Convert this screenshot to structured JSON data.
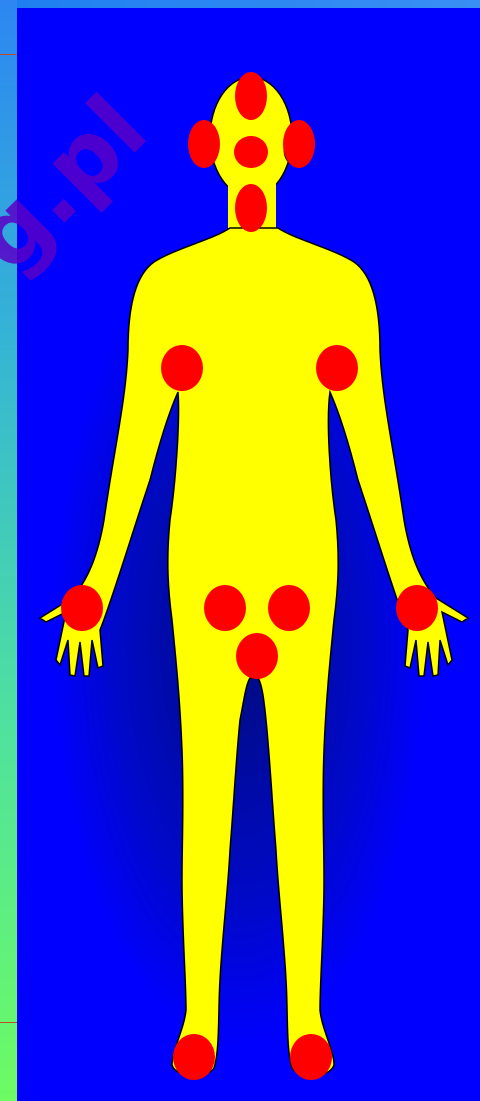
{
  "watermark": {
    "text": "g.pl"
  },
  "colors": {
    "background": "#0000ff",
    "body_fill": "#ffff00",
    "body_outline": "#000000",
    "marker_fill": "#ff0000",
    "watermark": "#5a00c8"
  },
  "markers": [
    {
      "id": "head-top",
      "region": "head"
    },
    {
      "id": "head-left",
      "region": "head"
    },
    {
      "id": "head-center",
      "region": "head"
    },
    {
      "id": "head-right",
      "region": "head"
    },
    {
      "id": "chin",
      "region": "neck"
    },
    {
      "id": "shoulder-left",
      "region": "shoulder"
    },
    {
      "id": "shoulder-right",
      "region": "shoulder"
    },
    {
      "id": "hand-left",
      "region": "hand"
    },
    {
      "id": "hand-right",
      "region": "hand"
    },
    {
      "id": "groin-left",
      "region": "pelvis"
    },
    {
      "id": "groin-right",
      "region": "pelvis"
    },
    {
      "id": "groin-center",
      "region": "pelvis"
    },
    {
      "id": "foot-left",
      "region": "foot"
    },
    {
      "id": "foot-right",
      "region": "foot"
    }
  ]
}
